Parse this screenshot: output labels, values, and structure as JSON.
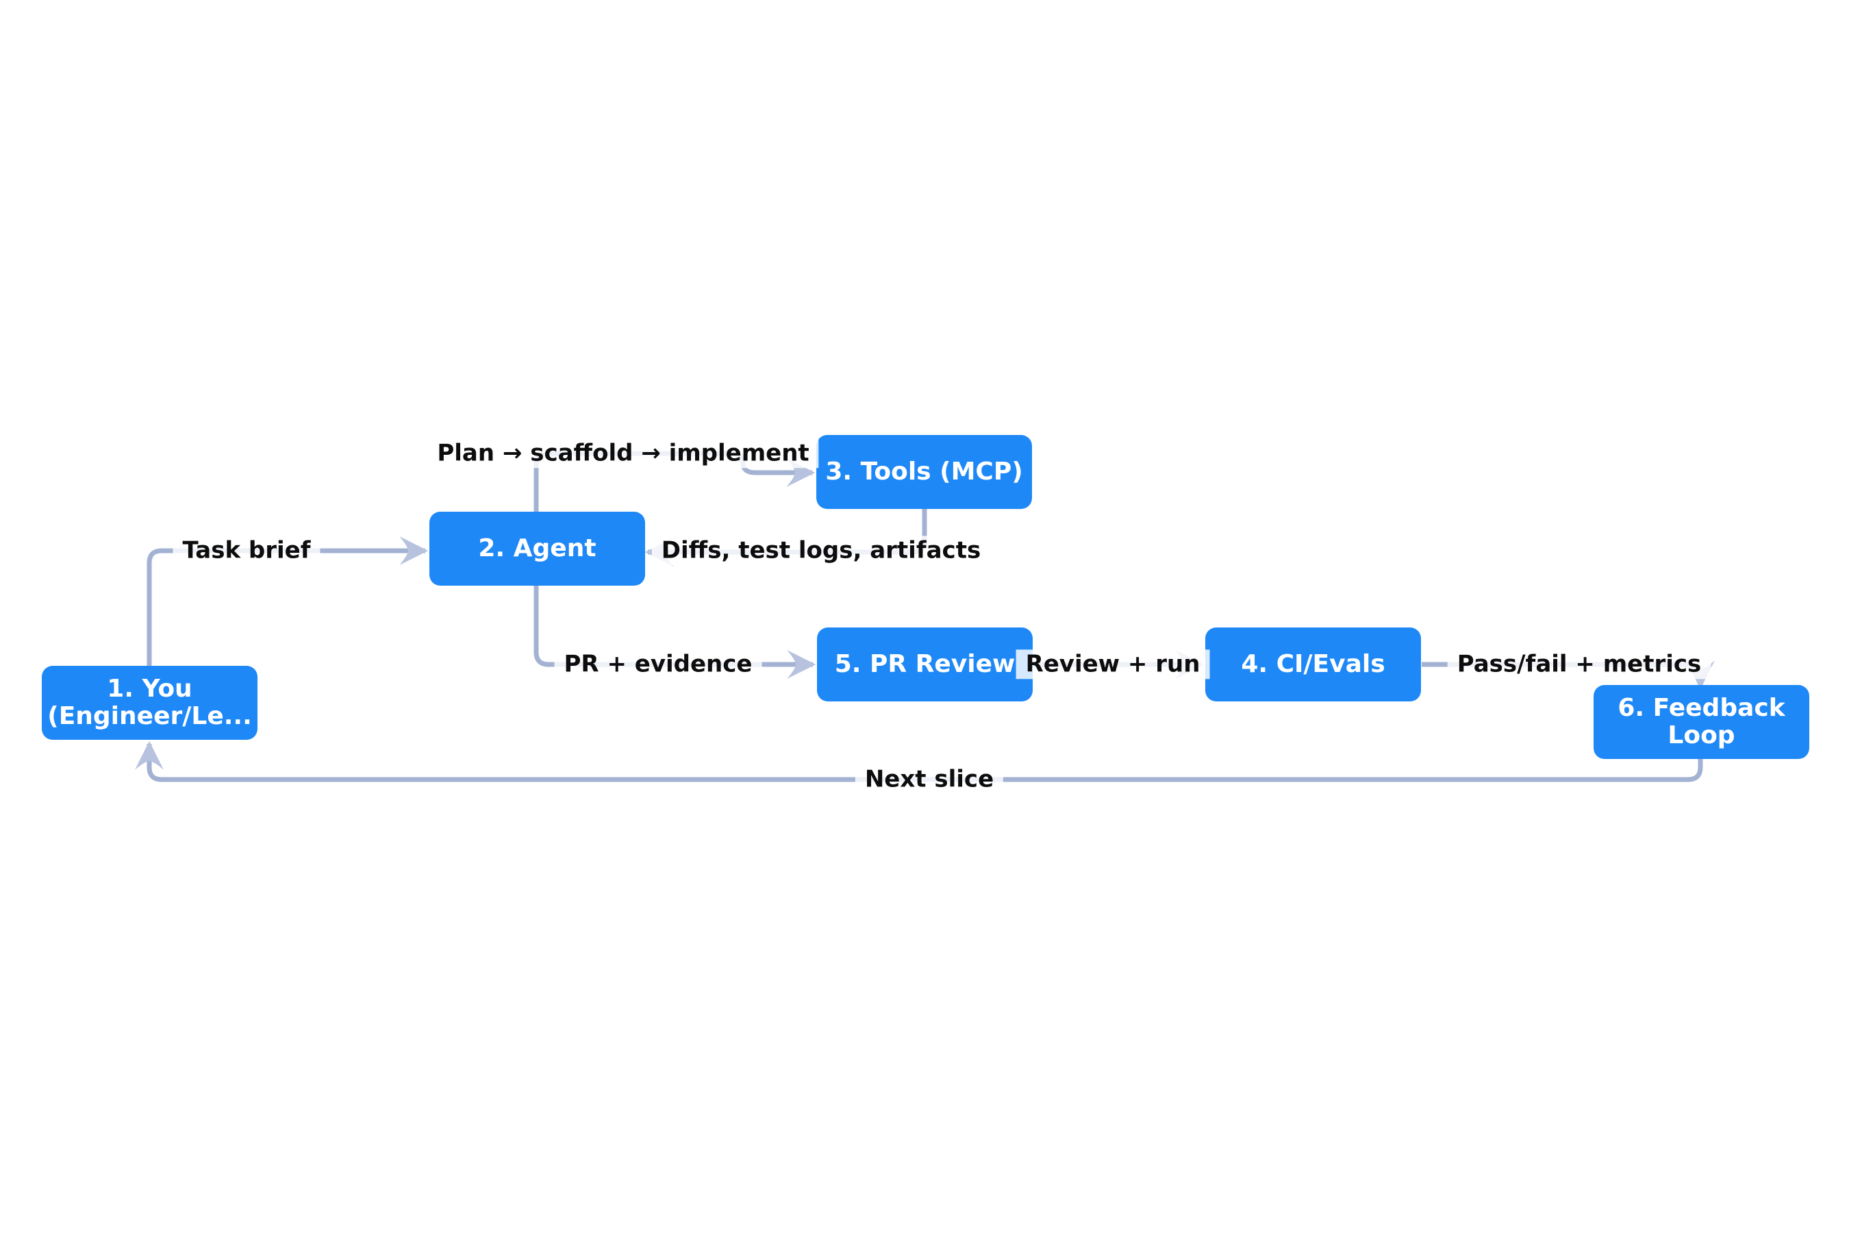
{
  "diagram": {
    "background_color": "#ffffff",
    "node_fill_color": "#1e88f7",
    "node_text_color": "#ffffff",
    "edge_line_color": "#a3b2d3",
    "arrowhead_color": "#b7c3de",
    "edge_label_text_color": "#0d0d0d",
    "nodes": [
      {
        "id": "you",
        "label": "1. You (Engineer/Le..."
      },
      {
        "id": "agent",
        "label": "2. Agent"
      },
      {
        "id": "tools",
        "label": "3. Tools (MCP)"
      },
      {
        "id": "ci-evals",
        "label": "4. CI/Evals"
      },
      {
        "id": "pr-review",
        "label": "5. PR Review"
      },
      {
        "id": "feedback-loop",
        "label": "6. Feedback Loop"
      }
    ],
    "edges": [
      {
        "from": "you",
        "to": "agent",
        "label": "Task brief"
      },
      {
        "from": "agent",
        "to": "tools",
        "label": "Plan → scaffold → implement"
      },
      {
        "from": "tools",
        "to": "agent",
        "label": "Diffs, test logs, artifacts"
      },
      {
        "from": "agent",
        "to": "pr-review",
        "label": "PR + evidence"
      },
      {
        "from": "pr-review",
        "to": "ci-evals",
        "label": "Review + run"
      },
      {
        "from": "ci-evals",
        "to": "feedback-loop",
        "label": "Pass/fail + metrics"
      },
      {
        "from": "feedback-loop",
        "to": "you",
        "label": "Next slice"
      }
    ]
  }
}
